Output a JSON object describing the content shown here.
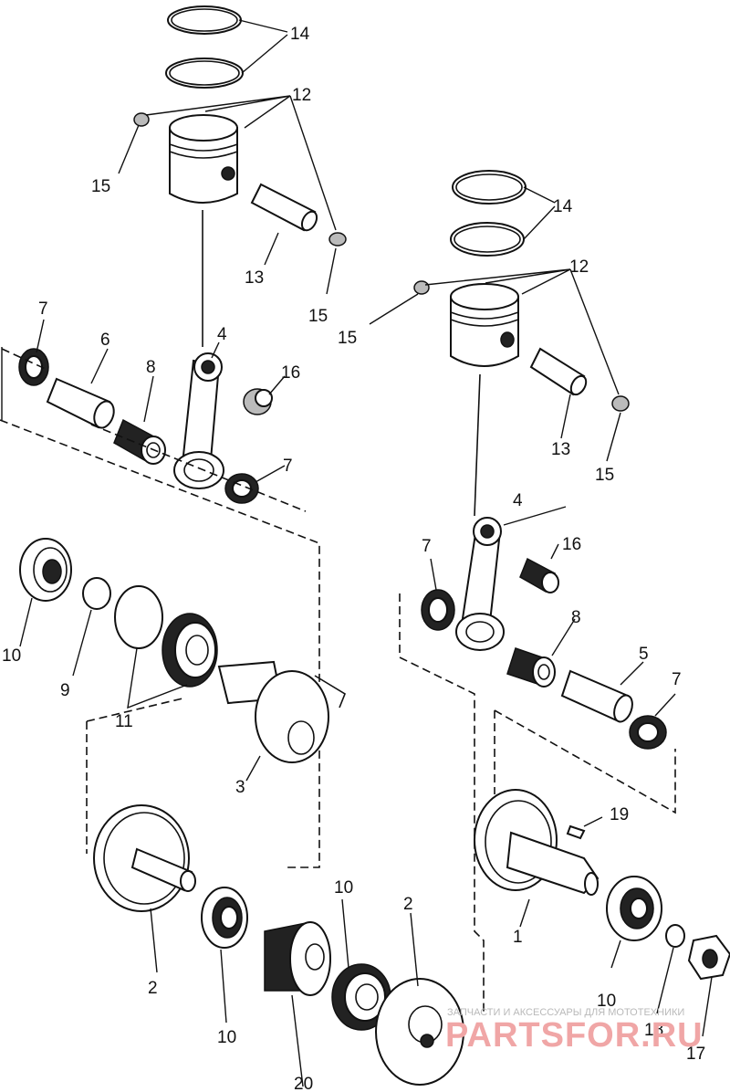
{
  "diagram": {
    "callouts": [
      {
        "id": "c14a",
        "text": "14"
      },
      {
        "id": "c12a",
        "text": "12"
      },
      {
        "id": "c15a",
        "text": "15"
      },
      {
        "id": "c13a",
        "text": "13"
      },
      {
        "id": "c15b",
        "text": "15"
      },
      {
        "id": "c7a",
        "text": "7"
      },
      {
        "id": "c6",
        "text": "6"
      },
      {
        "id": "c8a",
        "text": "8"
      },
      {
        "id": "c4a",
        "text": "4"
      },
      {
        "id": "c16a",
        "text": "16"
      },
      {
        "id": "c7b",
        "text": "7"
      },
      {
        "id": "c10a",
        "text": "10"
      },
      {
        "id": "c9",
        "text": "9"
      },
      {
        "id": "c11",
        "text": "11"
      },
      {
        "id": "c3",
        "text": "3"
      },
      {
        "id": "c2a",
        "text": "2"
      },
      {
        "id": "c10b",
        "text": "10"
      },
      {
        "id": "c20",
        "text": "20"
      },
      {
        "id": "c10c",
        "text": "10"
      },
      {
        "id": "c2b",
        "text": "2"
      },
      {
        "id": "c14b",
        "text": "14"
      },
      {
        "id": "c12b",
        "text": "12"
      },
      {
        "id": "c15c",
        "text": "15"
      },
      {
        "id": "c13b",
        "text": "13"
      },
      {
        "id": "c15d",
        "text": "15"
      },
      {
        "id": "c4b",
        "text": "4"
      },
      {
        "id": "c16b",
        "text": "16"
      },
      {
        "id": "c7c",
        "text": "7"
      },
      {
        "id": "c8b",
        "text": "8"
      },
      {
        "id": "c5",
        "text": "5"
      },
      {
        "id": "c7d",
        "text": "7"
      },
      {
        "id": "c19",
        "text": "19"
      },
      {
        "id": "c1",
        "text": "1"
      },
      {
        "id": "c10d",
        "text": "10"
      },
      {
        "id": "c18",
        "text": "18"
      },
      {
        "id": "c17",
        "text": "17"
      }
    ]
  },
  "watermark": {
    "caption": "ЗАПЧАСТИ И АКСЕССУАРЫ ДЛЯ МОТОТЕХНИКИ",
    "brand": "PARTSFOR.RU"
  }
}
